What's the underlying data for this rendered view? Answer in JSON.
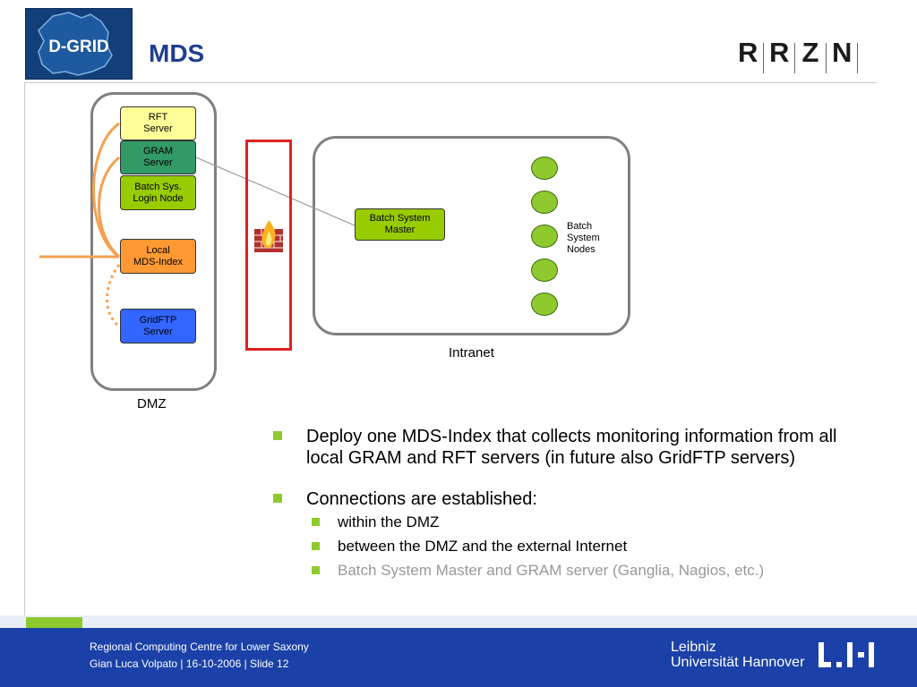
{
  "slide": {
    "title": "MDS"
  },
  "logos": {
    "dgrid_text": "D-GRID",
    "rrzn_letters": [
      "R",
      "R",
      "Z",
      "N"
    ]
  },
  "diagram": {
    "dmz": {
      "label": "DMZ",
      "nodes": {
        "rft": "RFT\nServer",
        "gram": "GRAM\nServer",
        "batch_login": "Batch Sys.\nLogin Node",
        "local_mds": "Local\nMDS-Index",
        "gridftp": "GridFTP\nServer"
      }
    },
    "intranet": {
      "label": "Intranet",
      "master": "Batch System\nMaster",
      "nodes_label": "Batch\nSystem\nNodes",
      "node_count": 5
    },
    "firewall": {
      "icon": "firewall-icon"
    },
    "colors": {
      "rft": "#ffff99",
      "gram": "#339966",
      "batch_login": "#99cc00",
      "local_mds": "#ff9933",
      "gridftp": "#3366ff",
      "master": "#99cc00",
      "nodes": "#8ec92e",
      "firewall_border": "#dd2222",
      "orange_lines": "#f5a050"
    }
  },
  "bullets": [
    {
      "text": "Deploy one MDS-Index that collects monitoring information from all local GRAM and RFT servers (in future also GridFTP servers)",
      "sub": []
    },
    {
      "text": "Connections are established:",
      "sub": [
        {
          "text": "within the DMZ",
          "muted": false
        },
        {
          "text": "between the DMZ and the external Internet",
          "muted": false
        },
        {
          "text": "Batch System Master and GRAM server (Ganglia, Nagios, etc.)",
          "muted": true
        }
      ]
    }
  ],
  "footer": {
    "line1": "Regional Computing Centre for Lower Saxony",
    "line2": "Gian Luca Volpato  |  16-10-2006  |  Slide 12",
    "university_line1": "Leibniz",
    "university_line2": "Universität Hannover"
  }
}
